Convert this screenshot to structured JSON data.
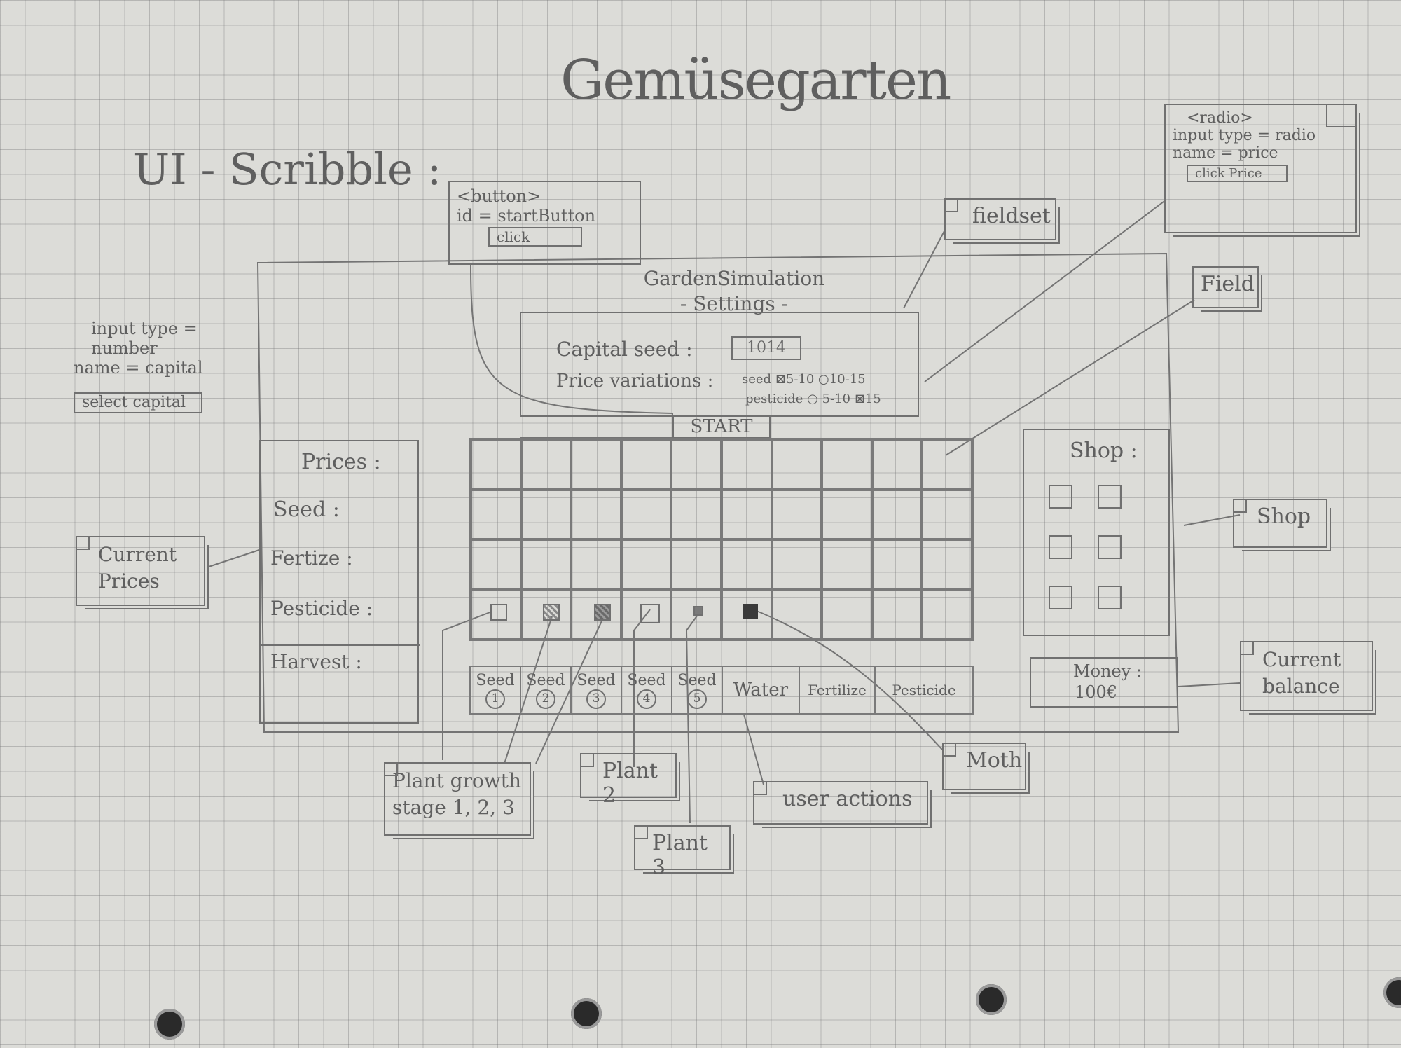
{
  "title": "Gemüsegarten",
  "subtitle": "UI - Scribble :",
  "settings": {
    "heading_line1": "GardenSimulation",
    "heading_line2": "- Settings -",
    "capital_label": "Capital seed :",
    "capital_value": "1014",
    "price_label": "Price variations :",
    "price_seed": "seed  ⊠5-10 ○10-15",
    "price_pesticide": "pesticide ○ 5-10 ⊠15"
  },
  "start_button": "START",
  "prices_panel": {
    "heading": "Prices :",
    "rows": [
      "Seed :",
      "Fertize :",
      "Pesticide :",
      "Harvest :"
    ]
  },
  "actions": [
    {
      "label": "Seed",
      "num": "1"
    },
    {
      "label": "Seed",
      "num": "2"
    },
    {
      "label": "Seed",
      "num": "3"
    },
    {
      "label": "Seed",
      "num": "4"
    },
    {
      "label": "Seed",
      "num": "5"
    },
    {
      "label": "Water",
      "num": ""
    },
    {
      "label": "Fertilize",
      "num": ""
    },
    {
      "label": "Pesticide",
      "num": ""
    }
  ],
  "shop": {
    "heading": "Shop :",
    "money_label": "Money :",
    "money_value": "100€"
  },
  "annotations": {
    "button_note": {
      "line1": "<button>",
      "line2": "id = startButton",
      "btn": "click"
    },
    "radio_note": {
      "line1": "<radio>",
      "line2": "input type = radio",
      "line3": "name = price",
      "btn": "click Price"
    },
    "capital_input_note": {
      "line1": "input type = number",
      "line2": "name = capital",
      "btn": "select capital"
    },
    "fieldset": "fieldset",
    "field": "Field",
    "current_prices": "Current Prices",
    "shop": "Shop",
    "current_balance": "Current balance",
    "moth": "Moth",
    "user_actions": "user actions",
    "plant_growth": "Plant growth stage 1, 2, 3",
    "plant2": "Plant 2",
    "plant3": "Plant 3"
  }
}
